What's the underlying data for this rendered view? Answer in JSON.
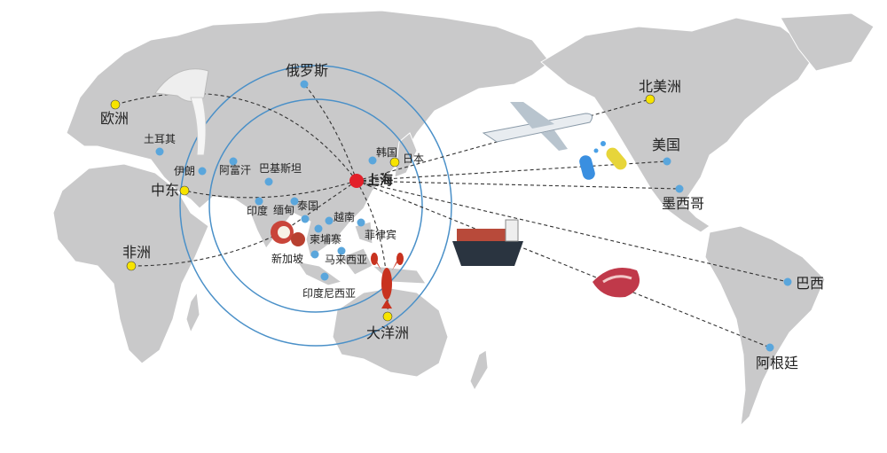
{
  "hub": {
    "name": "上海",
    "color": "#e3202a"
  },
  "colors": {
    "land": "#c9c9ca",
    "ring": "#4a90c8",
    "blue_dot": "#5aa6dc",
    "yellow_dot": "#f7e400"
  },
  "regions": [
    {
      "id": "europe",
      "name": "欧洲"
    },
    {
      "id": "russia",
      "name": "俄罗斯"
    },
    {
      "id": "middle-east",
      "name": "中东"
    },
    {
      "id": "africa",
      "name": "非洲"
    },
    {
      "id": "oceania",
      "name": "大洋洲"
    },
    {
      "id": "north-america",
      "name": "北美洲"
    },
    {
      "id": "usa",
      "name": "美国"
    },
    {
      "id": "mexico",
      "name": "墨西哥"
    },
    {
      "id": "brazil",
      "name": "巴西"
    },
    {
      "id": "argentina",
      "name": "阿根廷"
    }
  ],
  "asia_countries": [
    {
      "id": "turkey",
      "name": "土耳其"
    },
    {
      "id": "iran",
      "name": "伊朗"
    },
    {
      "id": "afghanistan",
      "name": "阿富汗"
    },
    {
      "id": "pakistan",
      "name": "巴基斯坦"
    },
    {
      "id": "india",
      "name": "印度"
    },
    {
      "id": "myanmar",
      "name": "缅甸"
    },
    {
      "id": "thailand",
      "name": "泰国"
    },
    {
      "id": "vietnam",
      "name": "越南"
    },
    {
      "id": "philippines",
      "name": "菲律宾"
    },
    {
      "id": "cambodia",
      "name": "柬埔寨"
    },
    {
      "id": "malaysia",
      "name": "马来西亚"
    },
    {
      "id": "singapore",
      "name": "新加坡"
    },
    {
      "id": "indonesia",
      "name": "印度尼西亚"
    },
    {
      "id": "korea",
      "name": "韩国"
    },
    {
      "id": "japan",
      "name": "日本"
    }
  ]
}
